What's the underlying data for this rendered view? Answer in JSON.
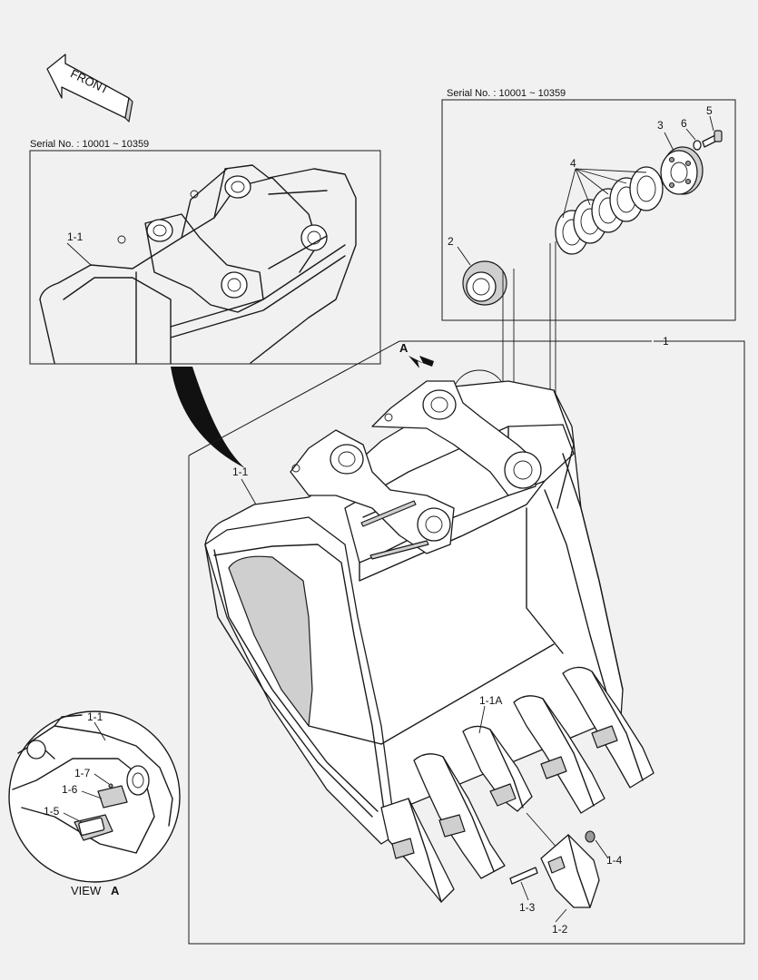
{
  "front_arrow": {
    "label": "FRONT"
  },
  "serial_left": "Serial No. : 10001 ~ 10359",
  "serial_right": "Serial No. : 10001 ~ 10359",
  "view_a": {
    "prefix": "VIEW",
    "letter": "A"
  },
  "view_marker": "A",
  "callouts": {
    "main_assembly": "1",
    "bucket_detail_top": "1-1",
    "bucket_main": "1-1",
    "bucket_view_a": "1-1",
    "tooth_point": "1-1A",
    "adapter": "1-2",
    "pin": "1-3",
    "lock": "1-4",
    "plate": "1-5",
    "plate_bolt": "1-6",
    "plate_nut": "1-7",
    "bushing": "2",
    "spacer": "3",
    "shims": "4",
    "bolt": "5",
    "washer": "6"
  },
  "colors": {
    "line": "#1a1a1a",
    "background": "#f1f1f1",
    "part_fill": "#ffffff",
    "shade": "#cfcfcf"
  }
}
